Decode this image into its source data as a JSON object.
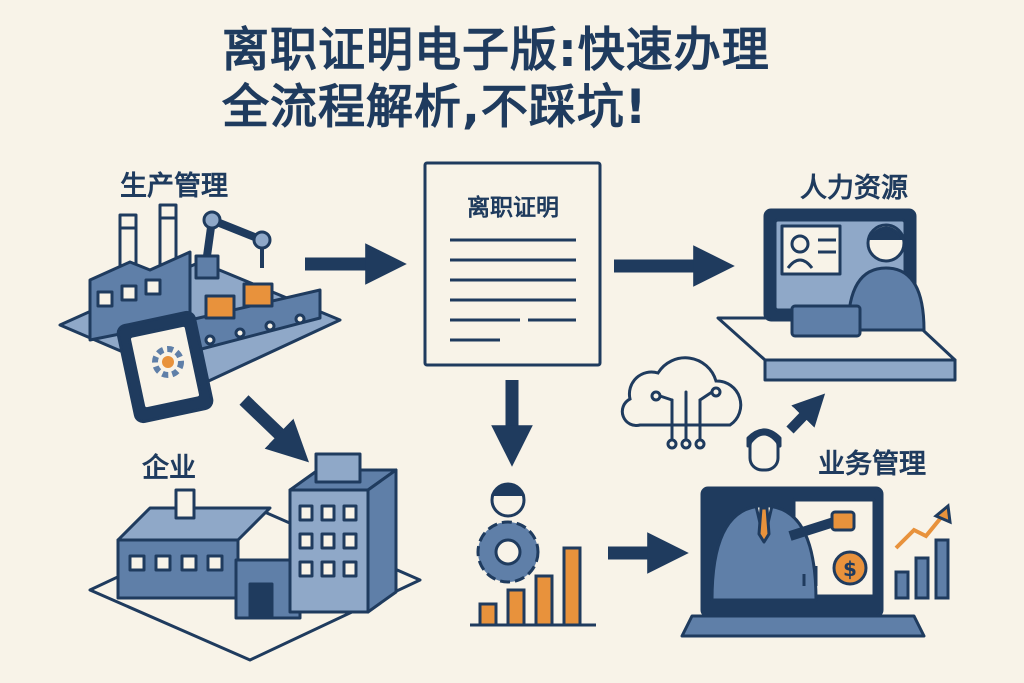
{
  "title_line1": "离职证明电子版:快速办理",
  "title_line2": "全流程解析,不踩坑!",
  "labels": {
    "production": "生产管理",
    "certificate": "离职证明",
    "hr": "人力资源",
    "enterprise": "企业",
    "business": "业务管理"
  },
  "icons": [
    "factory-icon",
    "robot-arm-icon",
    "conveyor-icon",
    "tablet-gear-icon",
    "document-icon",
    "hr-computer-icon",
    "cloud-circuit-icon",
    "enterprise-buildings-icon",
    "person-gear-icon",
    "bar-chart-icon",
    "businessman-laptop-icon",
    "dollar-icon",
    "growth-chart-icon"
  ],
  "colors": {
    "navy": "#1f3b5e",
    "blue": "#5f7fa8",
    "light_blue": "#8fa8c8",
    "orange": "#e8923c",
    "background": "#f8f3e8"
  }
}
